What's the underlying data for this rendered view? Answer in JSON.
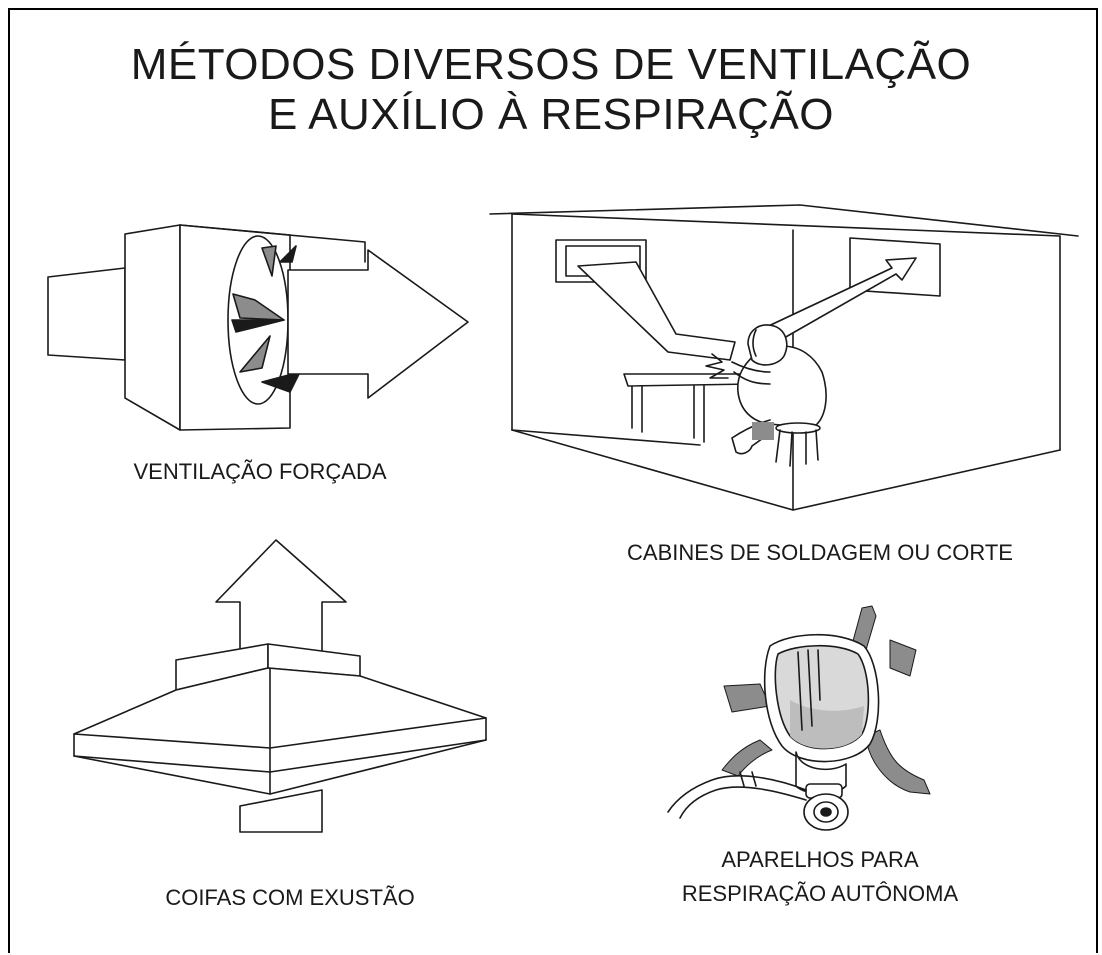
{
  "title": {
    "line1": "MÉTODOS DIVERSOS DE VENTILAÇÃO",
    "line2": "E AUXÍLIO À RESPIRAÇÃO"
  },
  "captions": {
    "forced_ventilation": "VENTILAÇÃO FORÇADA",
    "booths": "CABINES DE SOLDAGEM OU CORTE",
    "hoods": "COIFAS COM EXUSTÃO",
    "breathing_line1": "APARELHOS PARA",
    "breathing_line2": "RESPIRAÇÃO AUTÔNOMA"
  },
  "colors": {
    "line": "#1a1a1a",
    "grey": "#8c8c8c",
    "light_grey": "#bdbdbd",
    "background": "#ffffff"
  }
}
